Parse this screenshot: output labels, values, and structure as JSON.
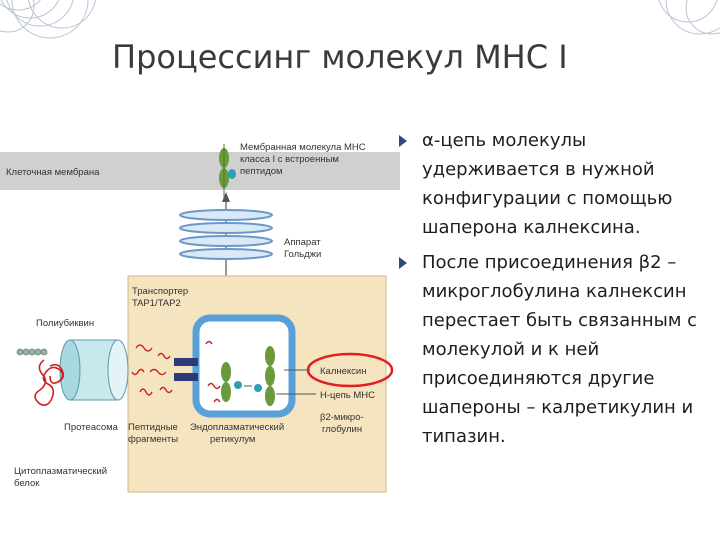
{
  "title": "Процессинг молекул МНС I",
  "bullets": [
    {
      "text": "α-цепь молекулы удерживается в нужной конфигурации с помощью шаперона калнексина."
    },
    {
      "text": "После присоединения β2 – микроглобулина калнексин перестает быть связанным с молекулой и к ней присоединяются другие шапероны – калретикулин и типазин."
    }
  ],
  "diagram": {
    "labels": {
      "mhc_line1": "Мембранная молекула МНС",
      "mhc_line2": "класса I с встроенным",
      "mhc_line3": "пептидом",
      "cell_membrane": "Клеточная мембрана",
      "golgi_line1": "Аппарат",
      "golgi_line2": "Гольджи",
      "tap_line1": "Транспортер",
      "tap_line2": "TAP1/TAP2",
      "polyubiquitin": "Полиубиквин",
      "calnexin": "Калнексин",
      "h_chain": "Н-цепь МНС",
      "b2m_line1": "β2-микро-",
      "b2m_line2": "глобулин",
      "proteasome": "Протеасома",
      "peptide_line1": "Пептидные",
      "peptide_line2": "фрагменты",
      "er_line1": "Эндоплазматический",
      "er_line2": "ретикулум",
      "cyto_line1": "Цитоплазматический",
      "cyto_line2": "белок"
    },
    "colors": {
      "membrane": "#d0d0d0",
      "cell_box": "#f4e4c0",
      "er": "#5aa0d8",
      "golgi": "#6a98c8",
      "mhc_chain": "#6a9a3a",
      "b2m": "#2aa0b0",
      "tap": "#2a3a7a",
      "peptides": "#cc2222",
      "highlight": "#e02020"
    }
  }
}
